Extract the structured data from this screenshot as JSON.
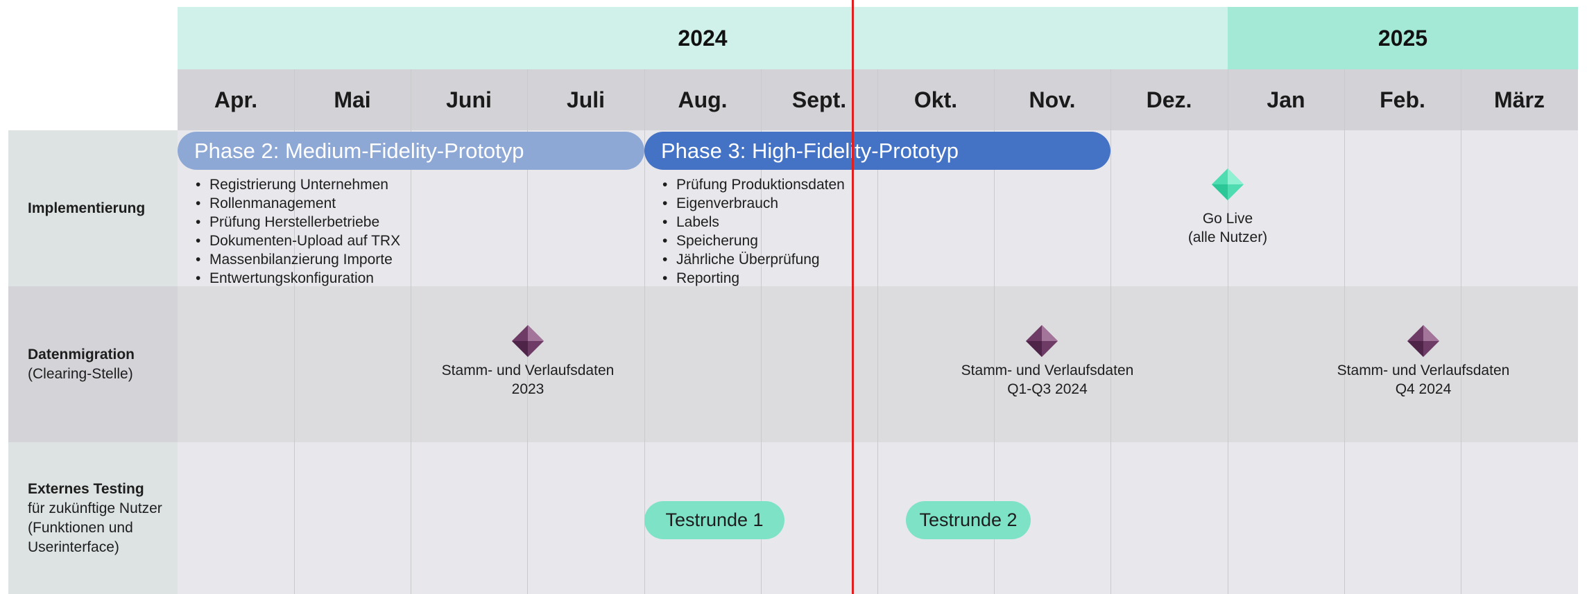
{
  "years": [
    {
      "label": "2024",
      "color": "#d0f0ea"
    },
    {
      "label": "2025",
      "color": "#a3e9d5"
    }
  ],
  "months": [
    "Apr.",
    "Mai",
    "Juni",
    "Juli",
    "Aug.",
    "Sept.",
    "Okt.",
    "Nov.",
    "Dez.",
    "Jan",
    "Feb.",
    "März"
  ],
  "rows": [
    {
      "title": "Implementierung",
      "subtitle": ""
    },
    {
      "title": "Datenmigration",
      "subtitle": "(Clearing-Stelle)"
    },
    {
      "title": "Externes Testing",
      "subtitle": "für zukünftige Nutzer (Funktionen und Userinterface)"
    }
  ],
  "phases": [
    {
      "label": "Phase 2: Medium-Fidelity-Prototyp",
      "color": "#8ea8d6"
    },
    {
      "label": "Phase 3: High-Fidelity-Prototyp",
      "color": "#4472c4"
    }
  ],
  "phase2_items": [
    "Registrierung Unternehmen",
    "Rollenmanagement",
    "Prüfung Herstellerbetriebe",
    "Dokumenten-Upload auf TRX",
    "Massenbilanzierung Importe",
    "Entwertungskonfiguration"
  ],
  "phase3_items": [
    "Prüfung Produktionsdaten",
    "Eigenverbrauch",
    "Labels",
    "Speicherung",
    "Jährliche Überprüfung",
    "Reporting"
  ],
  "golive": {
    "line1": "Go Live",
    "line2": "(alle Nutzer)",
    "color": "#4fdcb0"
  },
  "migrations": [
    {
      "line1": "Stamm- und Verlaufsdaten",
      "line2": "2023"
    },
    {
      "line1": "Stamm- und Verlaufsdaten",
      "line2": "Q1-Q3 2024"
    },
    {
      "line1": "Stamm- und Verlaufsdaten",
      "line2": "Q4 2024"
    }
  ],
  "migration_color": "#6e3a66",
  "tests": [
    "Testrunde 1",
    "Testrunde 2"
  ],
  "today_marker_color": "#e02020"
}
